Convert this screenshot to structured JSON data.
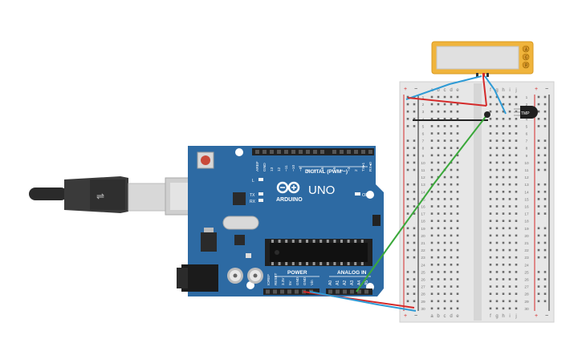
{
  "board": {
    "digital_label": "DIGITAL (PWM ~)",
    "brand": "ARDUINO",
    "model": "UNO",
    "on_label": "ON",
    "power_label": "POWER",
    "analog_label": "ANALOG IN",
    "l_label": "L",
    "tx_label": "TX",
    "rx_label": "RX",
    "top_pins": [
      "AREF",
      "GND",
      "13",
      "12",
      "~11",
      "~10",
      "~9",
      "8",
      "7",
      "~6",
      "~5",
      "4",
      "~3",
      "2",
      "TX▸1",
      "RX◂0"
    ],
    "power_pins": [
      "IOREF",
      "RESET",
      "3.3V",
      "5V",
      "GND",
      "GND",
      "Vin"
    ],
    "analog_pins": [
      "A0",
      "A1",
      "A2",
      "A3",
      "A4",
      "A5"
    ]
  },
  "display": {
    "pins": [
      "Ⓐ",
      "Ⓖ",
      "Ⓡ"
    ]
  },
  "sensor": {
    "label": "TMP"
  },
  "breadboard": {
    "col_letters_left": [
      "a",
      "b",
      "c",
      "d",
      "e"
    ],
    "col_letters_right": [
      "f",
      "g",
      "h",
      "i",
      "j"
    ],
    "plus": "+",
    "minus": "−",
    "row_count": 30
  },
  "colors": {
    "board": "#2d6aa3",
    "wire_red": "#d42a2a",
    "wire_blue": "#2e9bd6",
    "wire_green": "#3aa83a",
    "wire_black": "#222222",
    "lcd": "#f0b43c"
  }
}
